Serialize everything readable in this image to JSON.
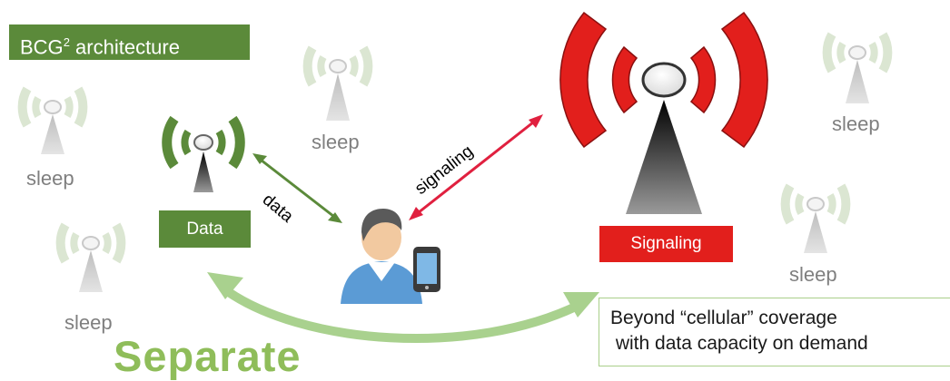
{
  "title": {
    "main": "BCG",
    "sup": "2",
    "rest": " architecture"
  },
  "data_station_label": "Data",
  "signaling_station_label": "Signaling",
  "sleep_label": "sleep",
  "link_labels": {
    "data": "data",
    "signaling": "signaling"
  },
  "note": {
    "line1": "Beyond “cellular” coverage",
    "line2": " with data capacity on demand"
  },
  "separate_label": "Separate",
  "colors": {
    "data_green": "#5b8a3a",
    "signal_red": "#e21f1c",
    "sleep_grey": "#d9e3cf",
    "arrow_green": "#a9d18e"
  }
}
